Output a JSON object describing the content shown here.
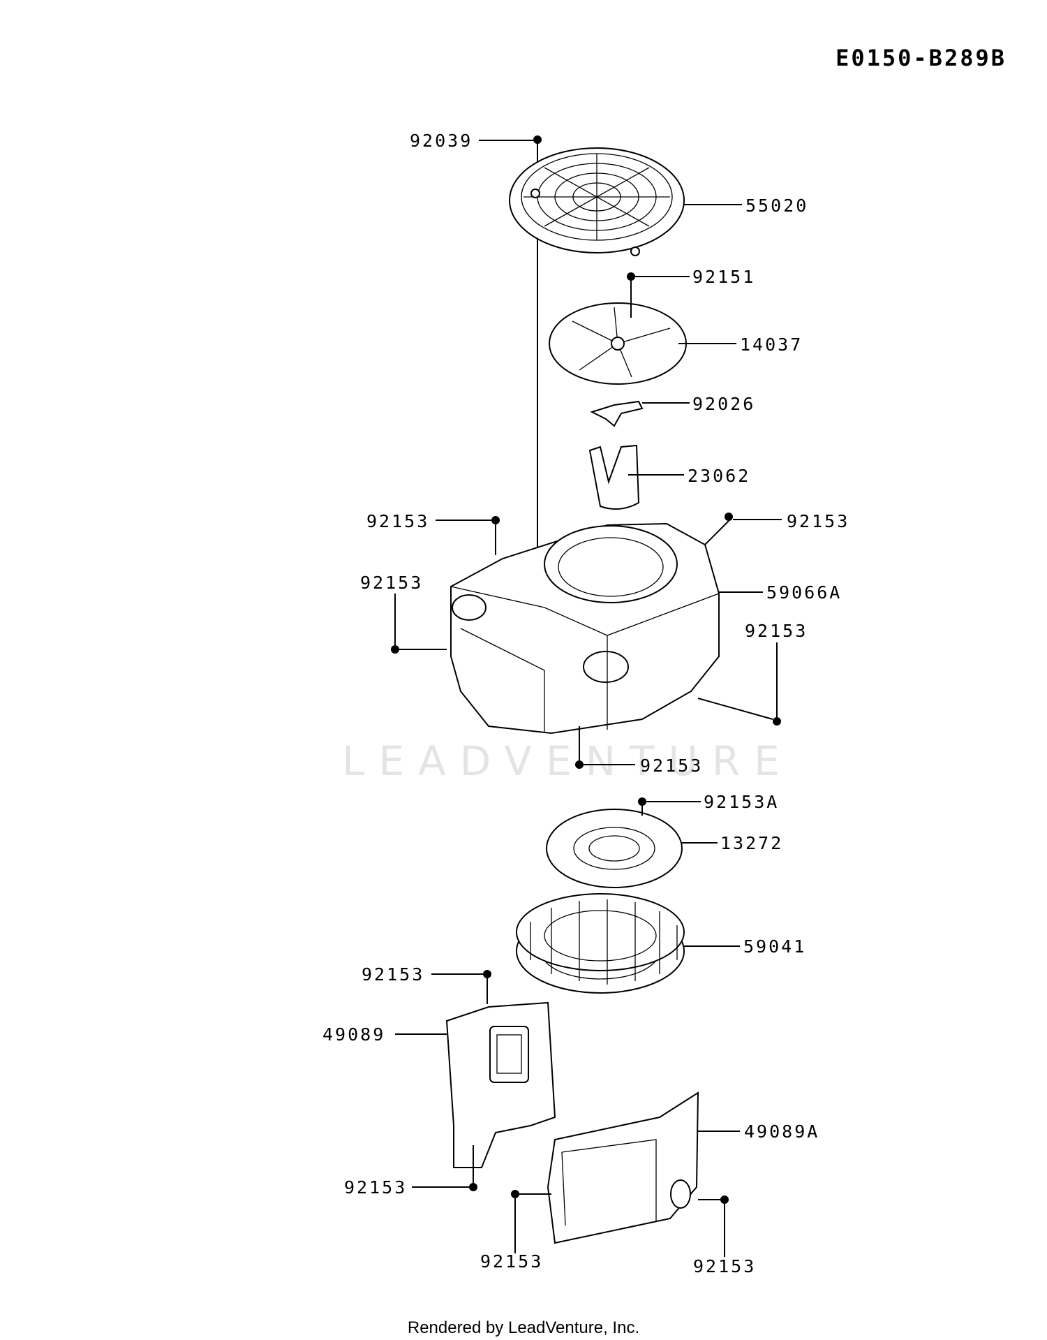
{
  "diagram_code": "E0150-B289B",
  "watermark": "LEADVENTURE",
  "footer": "Rendered by LeadVenture, Inc.",
  "parts": [
    {
      "number": "92039"
    },
    {
      "number": "55020"
    },
    {
      "number": "92151"
    },
    {
      "number": "14037"
    },
    {
      "number": "92026"
    },
    {
      "number": "23062"
    },
    {
      "number": "92153"
    },
    {
      "number": "92153"
    },
    {
      "number": "92153"
    },
    {
      "number": "59066A"
    },
    {
      "number": "92153"
    },
    {
      "number": "92153"
    },
    {
      "number": "92153A"
    },
    {
      "number": "13272"
    },
    {
      "number": "59041"
    },
    {
      "number": "92153"
    },
    {
      "number": "49089"
    },
    {
      "number": "49089A"
    },
    {
      "number": "92153"
    },
    {
      "number": "92153"
    },
    {
      "number": "92153"
    }
  ]
}
